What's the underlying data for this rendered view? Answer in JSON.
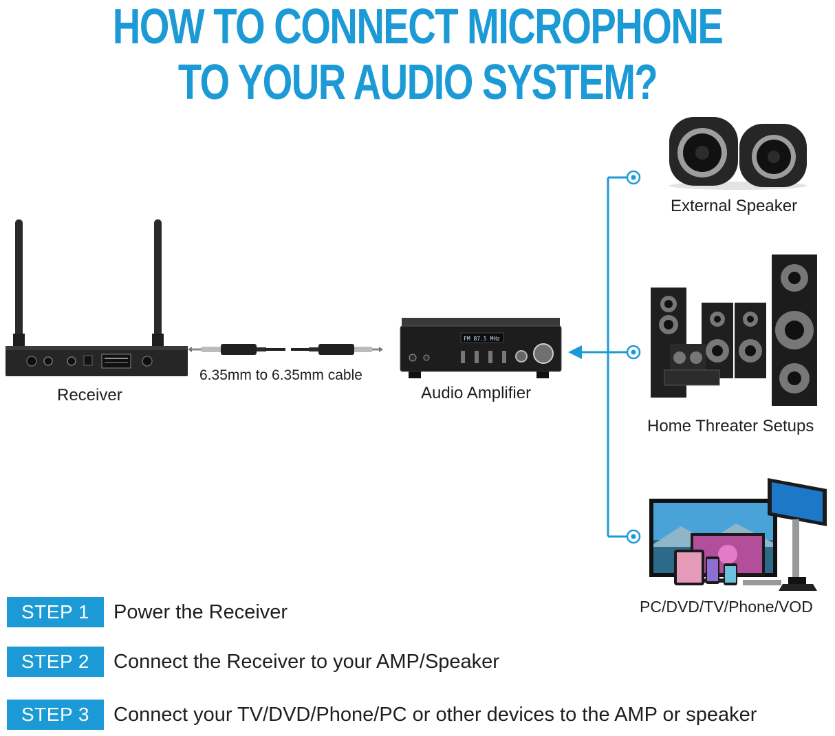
{
  "title": {
    "line1": "HOW TO CONNECT MICROPHONE",
    "line2": "TO YOUR AUDIO SYSTEM?"
  },
  "labels": {
    "receiver": "Receiver",
    "cable": "6.35mm to 6.35mm cable",
    "amplifier": "Audio Amplifier",
    "external_speaker": "External Speaker",
    "home_theater": "Home Threater Setups",
    "devices": "PC/DVD/TV/Phone/VOD"
  },
  "steps": [
    {
      "badge": "STEP 1",
      "text": "Power the Receiver"
    },
    {
      "badge": "STEP 2",
      "text": "Connect the Receiver to your AMP/Speaker"
    },
    {
      "badge": "STEP 3",
      "text": "Connect your TV/DVD/Phone/PC or other devices to the AMP or speaker"
    }
  ],
  "amp_display": "FM 87.5 MHz",
  "colors": {
    "accent": "#1c9ad6",
    "text": "#1e1e1e",
    "device": "#1f1f1f"
  },
  "icons": [
    "receiver-illustration",
    "cable-illustration",
    "amplifier-illustration",
    "speakers-illustration",
    "home-theater-illustration",
    "devices-illustration",
    "arrow-left-icon"
  ]
}
